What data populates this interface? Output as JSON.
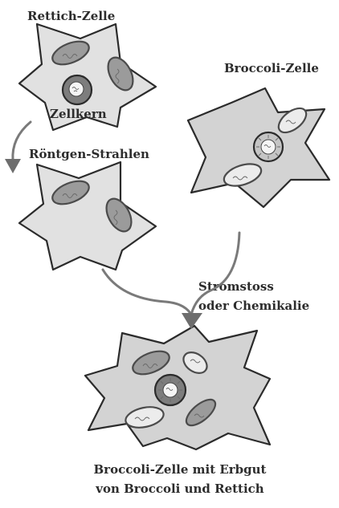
{
  "labels": {
    "radish_cell": "Rettich-Zelle",
    "nucleus": "Zellkern",
    "xray": "Röntgen-Strahlen",
    "broccoli_cell": "Broccoli-Zelle",
    "shock_line1": "Stromstoss",
    "shock_line2": "oder Chemikalie",
    "result_line1": "Broccoli-Zelle mit Erbgut",
    "result_line2": "von Broccoli und Rettich"
  }
}
